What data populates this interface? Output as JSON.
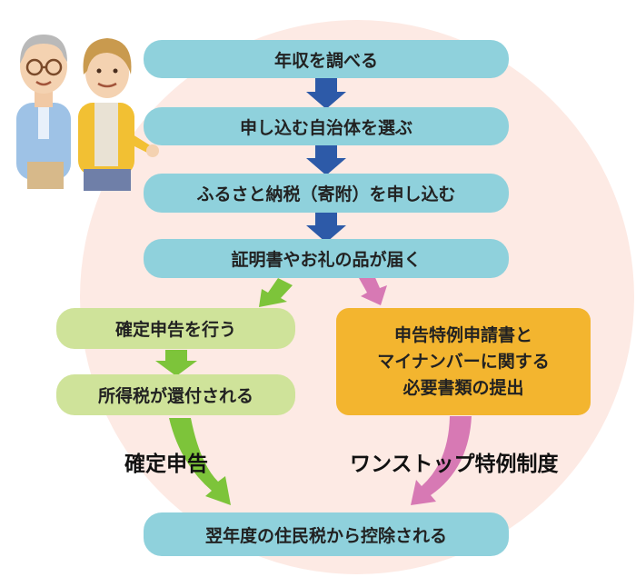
{
  "steps": {
    "s1": "年収を調べる",
    "s2": "申し込む自治体を選ぶ",
    "s3": "ふるさと納税（寄附）を申し込む",
    "s4": "証明書やお礼の品が届く",
    "left1": "確定申告を行う",
    "left2": "所得税が還付される",
    "right": "申告特例申請書と\nマイナンバーに関する\n必要書類の提出",
    "final": "翌年度の住民税から控除される"
  },
  "labels": {
    "left_path": "確定申告",
    "right_path": "ワンストップ特例制度"
  },
  "colors": {
    "background_circle": "#fdeae4",
    "teal_box": "#8fd1dc",
    "green_box": "#cfe39a",
    "orange_box": "#f3b52f",
    "blue_arrow": "#2d5aa8",
    "green_arrow": "#7dc43a",
    "pink_arrow": "#d779b4"
  },
  "icons": {
    "illustration": "elderly-couple-illustration"
  }
}
